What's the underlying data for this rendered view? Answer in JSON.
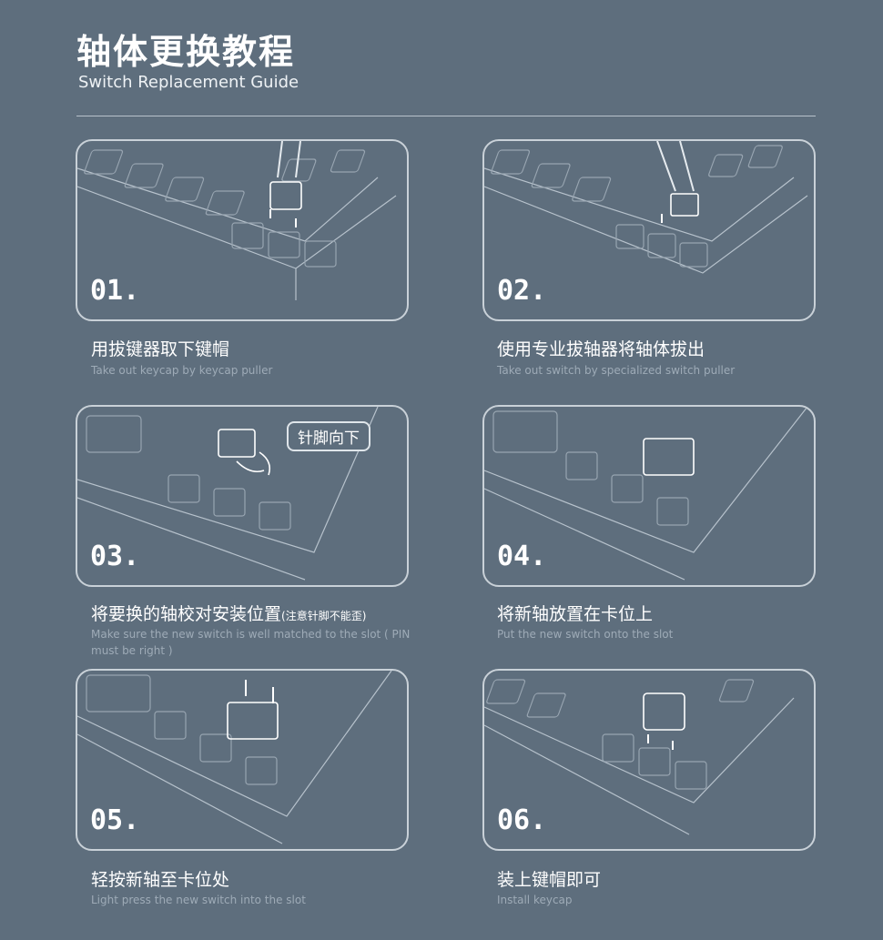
{
  "header": {
    "title_zh": "轴体更换教程",
    "title_en": "Switch Replacement Guide"
  },
  "steps": [
    {
      "num": "01.",
      "zh": "用拔键器取下键帽",
      "en": "Take out keycap by keycap puller"
    },
    {
      "num": "02.",
      "zh": "使用专业拔轴器将轴体拔出",
      "en": "Take out switch by specialized switch puller"
    },
    {
      "num": "03.",
      "zh": "将要换的轴校对安装位置",
      "zh_note": "(注意针脚不能歪)",
      "en": "Make sure the new switch is well matched to the slot ( PIN must be right )",
      "callout": "针脚向下"
    },
    {
      "num": "04.",
      "zh": "将新轴放置在卡位上",
      "en": "Put the new switch onto the slot"
    },
    {
      "num": "05.",
      "zh": "轻按新轴至卡位处",
      "en": "Light press the new switch into the slot"
    },
    {
      "num": "06.",
      "zh": "装上键帽即可",
      "en": "Install keycap"
    }
  ]
}
